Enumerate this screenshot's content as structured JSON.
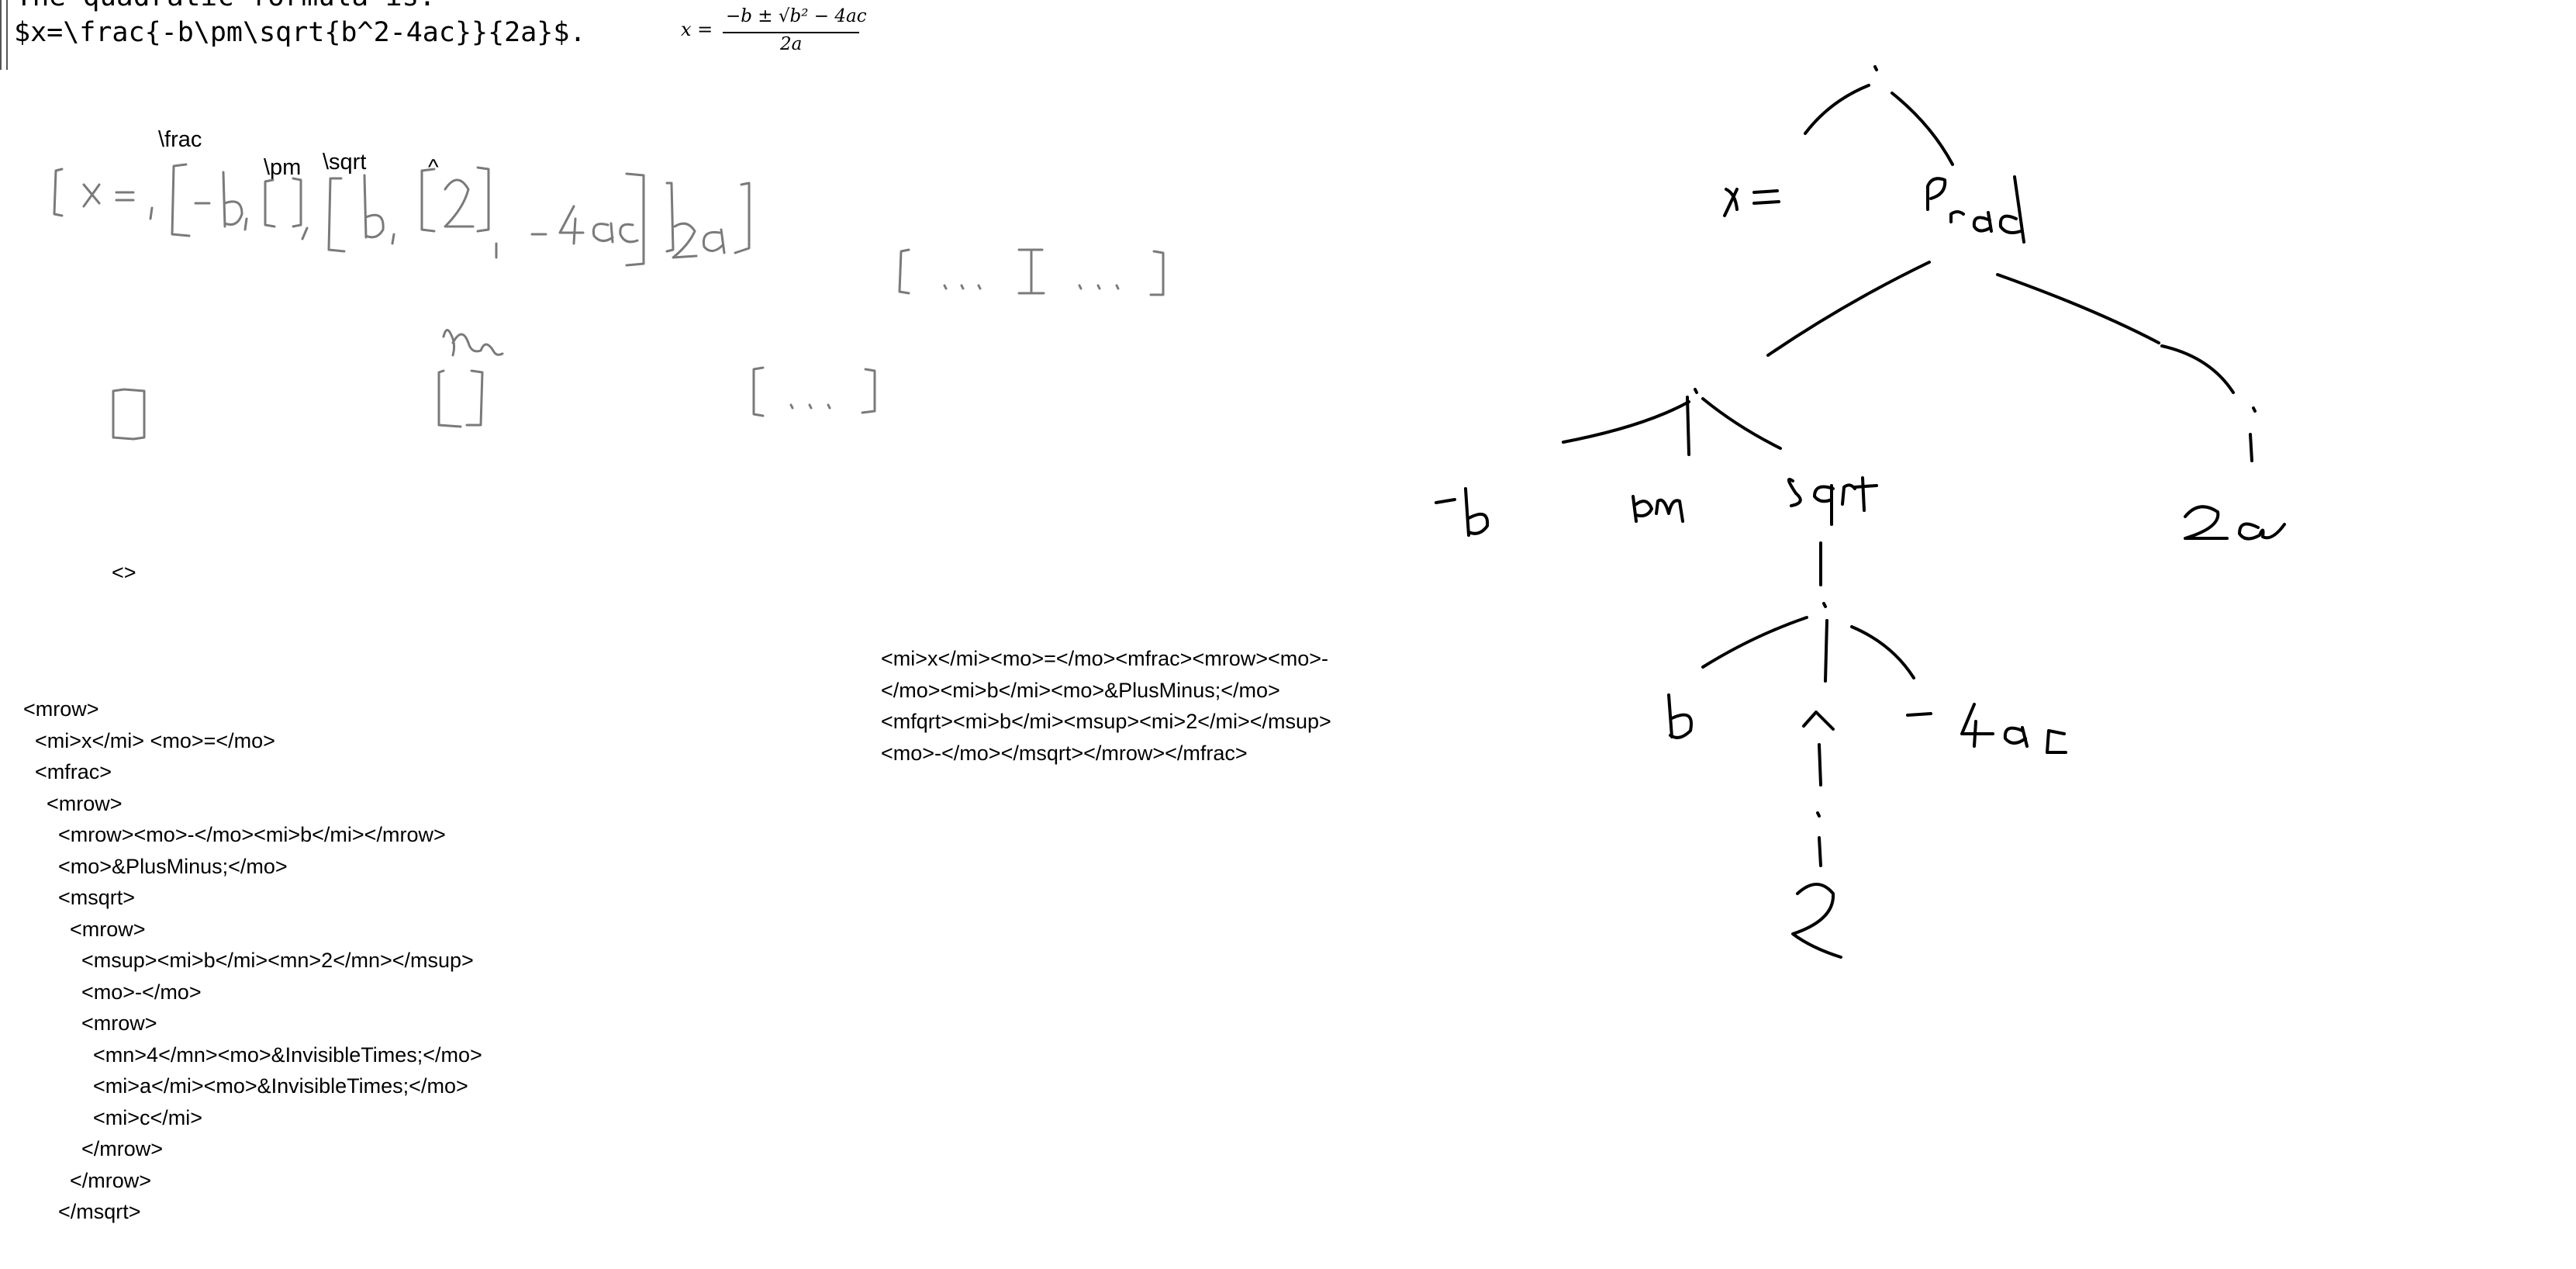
{
  "editor": {
    "line1": "The quadratic formula is:",
    "line2": "$x=\\frac{-b\\pm\\sqrt{b^2-4ac}}{2a}$.",
    "rendered_lhs": "x =",
    "rendered_numerator": "−b ± √b² − 4ac",
    "rendered_denominator": "2a"
  },
  "labels": {
    "frac": "\\frac",
    "pm": "\\pm",
    "sqrt": "\\sqrt",
    "caret": "^",
    "angle_brackets": "<>"
  },
  "mathml_tree": [
    "<mrow>",
    "  <mi>x</mi> <mo>=</mo>",
    "  <mfrac>",
    "    <mrow>",
    "      <mrow><mo>-</mo><mi>b</mi></mrow>",
    "      <mo>&PlusMinus;</mo>",
    "      <msqrt>",
    "        <mrow>",
    "          <msup><mi>b</mi><mn>2</mn></msup>",
    "          <mo>-</mo>",
    "          <mrow>",
    "            <mn>4</mn><mo>&InvisibleTimes;</mo>",
    "            <mi>a</mi><mo>&InvisibleTimes;</mo>",
    "            <mi>c</mi>",
    "          </mrow>",
    "        </mrow>",
    "      </msqrt>"
  ],
  "mathml_inline": [
    "<mi>x</mi><mo>=</mo><mfrac><mrow><mo>-",
    "</mo><mi>b</mi><mo>&PlusMinus;</mo>",
    "<mfqrt><mi>b</mi><msup><mi>2</mi></msup>",
    "<mo>-</mo></msqrt></mrow></mfrac>"
  ],
  "colors": {
    "ink": "#000000",
    "pencil": "#7a7a7a"
  }
}
